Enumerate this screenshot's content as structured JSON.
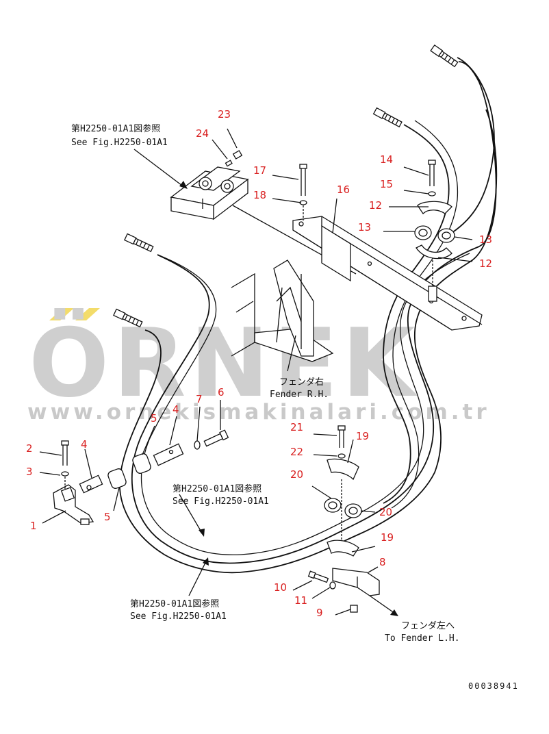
{
  "watermark": {
    "brand": "ÖRNEK",
    "accent_color": "#f3dc6a",
    "url": "www.ornekismakinalari.com.tr"
  },
  "part_numbers": [
    "23",
    "24",
    "17",
    "18",
    "14",
    "15",
    "12",
    "16",
    "13",
    "13",
    "12",
    "2",
    "4",
    "3",
    "1",
    "5",
    "5",
    "4",
    "7",
    "6",
    "21",
    "19",
    "22",
    "20",
    "20",
    "19",
    "8",
    "10",
    "11",
    "9"
  ],
  "references": {
    "top": {
      "jp": "第H2250-01A1図参照",
      "en": "See Fig.H2250-01A1"
    },
    "middle": {
      "jp": "第H2250-01A1図参照",
      "en": "See Fig.H2250-01A1"
    },
    "bottom": {
      "jp": "第H2250-01A1図参照",
      "en": "See Fig.H2250-01A1"
    },
    "fender_rh": {
      "jp": "フェンダ右",
      "en": "Fender R.H."
    },
    "fender_lh": {
      "jp": "フェンダ左へ",
      "en": "To Fender L.H."
    }
  },
  "drawing_id": "00038941"
}
